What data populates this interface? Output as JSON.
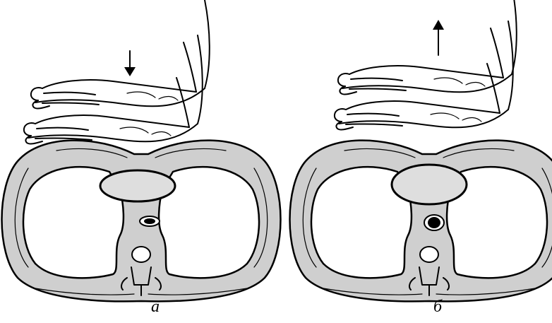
{
  "panels": [
    {
      "id": "a",
      "label": "а",
      "arrow_direction": "down"
    },
    {
      "id": "b",
      "label": "б",
      "arrow_direction": "up"
    }
  ]
}
